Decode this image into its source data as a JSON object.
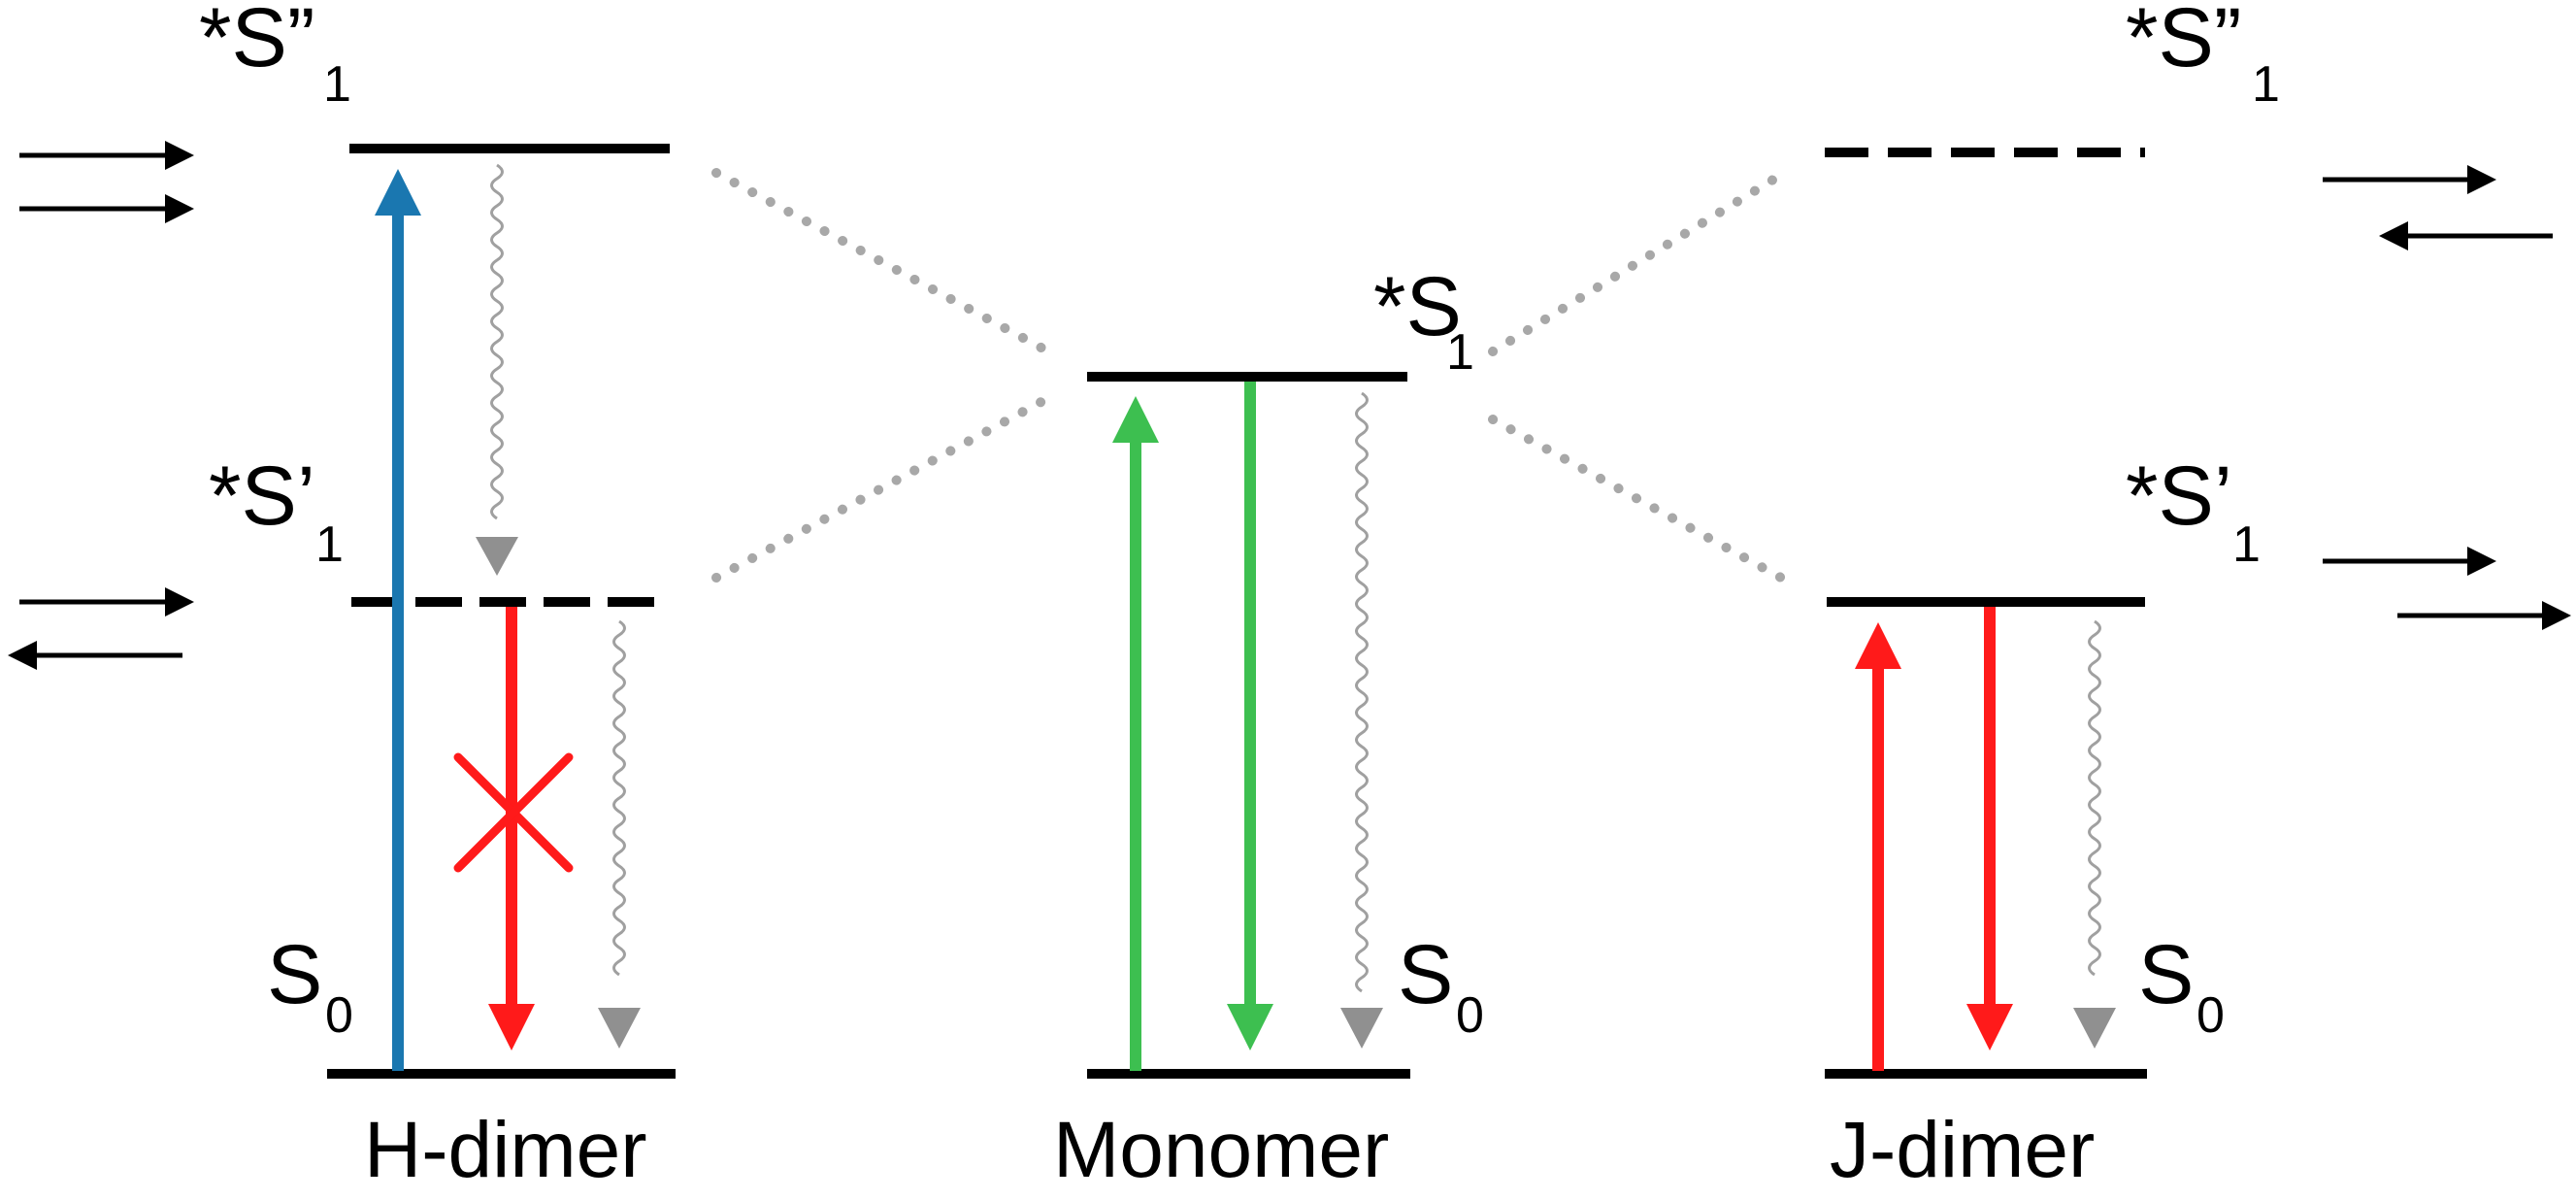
{
  "labels": {
    "h_s1pp_pre": "*S”",
    "h_s1pp_sub": "1",
    "h_s1p_pre": "*S’",
    "h_s1p_sub": "1",
    "h_s0_pre": "S",
    "h_s0_sub": "0",
    "m_s1_pre": "*S",
    "m_s1_sub": "1",
    "m_s0_pre": "S",
    "m_s0_sub": "0",
    "j_s1pp_pre": "*S”",
    "j_s1pp_sub": "1",
    "j_s1p_pre": "*S’",
    "j_s1p_sub": "1",
    "j_s0_pre": "S",
    "j_s0_sub": "0"
  },
  "panels": {
    "h_dimer": "H-dimer",
    "monomer": "Monomer",
    "j_dimer": "J-dimer"
  },
  "colors": {
    "blue": "#1a77b0",
    "red": "#ff1a1a",
    "green": "#3dbf50",
    "gray_arrow": "#909090",
    "wavy": "#a0a0a0",
    "dotted": "#a8a8a8",
    "black": "#000000"
  },
  "icons": {
    "transition_arrows": "arrow",
    "forbidden_mark": "x-mark"
  }
}
